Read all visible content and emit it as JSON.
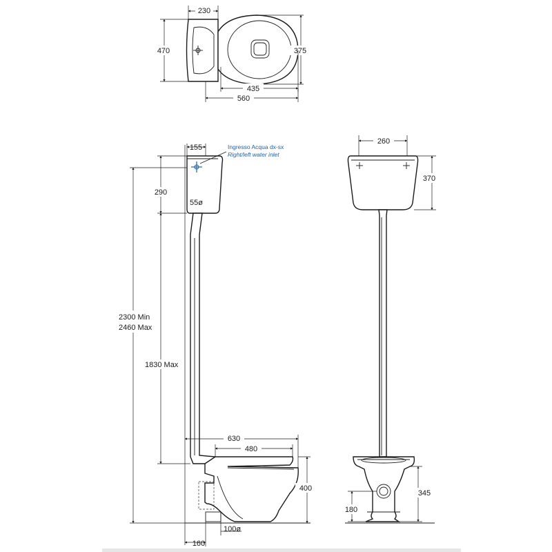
{
  "top_view": {
    "dim_230": "230",
    "dim_470": "470",
    "dim_375": "375",
    "dim_435": "435",
    "dim_560": "560"
  },
  "side_view": {
    "dim_155": "155",
    "inlet_note_it": "Ingresso Acqua dx-sx",
    "inlet_note_en": "Right/left water inlet",
    "dim_290": "290",
    "dim_55": "55ø",
    "dim_2300": "2300 Min",
    "dim_2460": "2460 Max",
    "dim_1830": "1830 Max",
    "dim_630": "630",
    "dim_480": "480",
    "dim_400": "400",
    "dim_100": "100ø",
    "dim_160": "160"
  },
  "front_view": {
    "dim_260": "260",
    "dim_370": "370",
    "dim_345": "345",
    "dim_180": "180"
  }
}
